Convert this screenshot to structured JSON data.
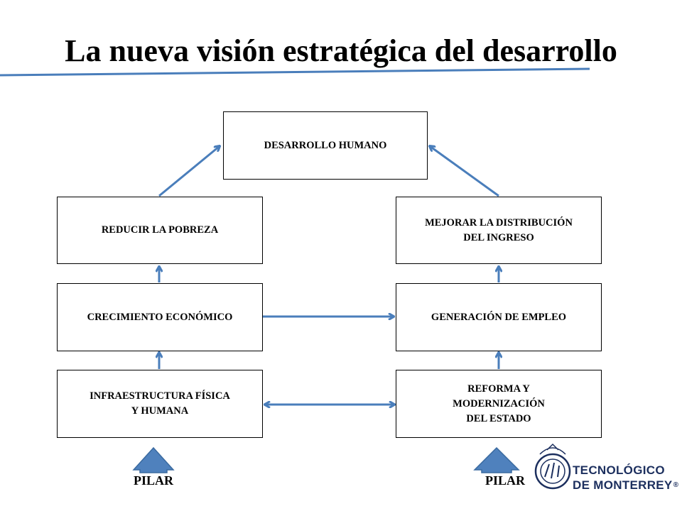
{
  "title": "La nueva visión estratégica del desarrollo",
  "colors": {
    "accent": "#4a7ebb",
    "arrow": "#4a7ebb",
    "pilar_fill": "#4f81bd",
    "logo": "#1c2f5e"
  },
  "boxes": {
    "desarrollo_humano": [
      "DESARROLLO HUMANO"
    ],
    "reducir_pobreza": [
      "REDUCIR LA POBREZA"
    ],
    "mejorar_distribucion": [
      "MEJORAR LA DISTRIBUCIÓN",
      "DEL INGRESO"
    ],
    "crecimiento": [
      "CRECIMIENTO ECONÓMICO"
    ],
    "empleo": [
      "GENERACIÓN DE EMPLEO"
    ],
    "infraestructura": [
      "INFRAESTRUCTURA FÍSICA",
      "Y HUMANA"
    ],
    "reforma": [
      "REFORMA Y",
      "MODERNIZACIÓN",
      "DEL ESTADO"
    ]
  },
  "pilar": {
    "left_label": "PILAR",
    "right_label": "PILAR"
  },
  "logo": {
    "line1": "TECNOLÓGICO",
    "line2": "DE MONTERREY",
    "mark": "®",
    "icon": "seal-icon"
  }
}
